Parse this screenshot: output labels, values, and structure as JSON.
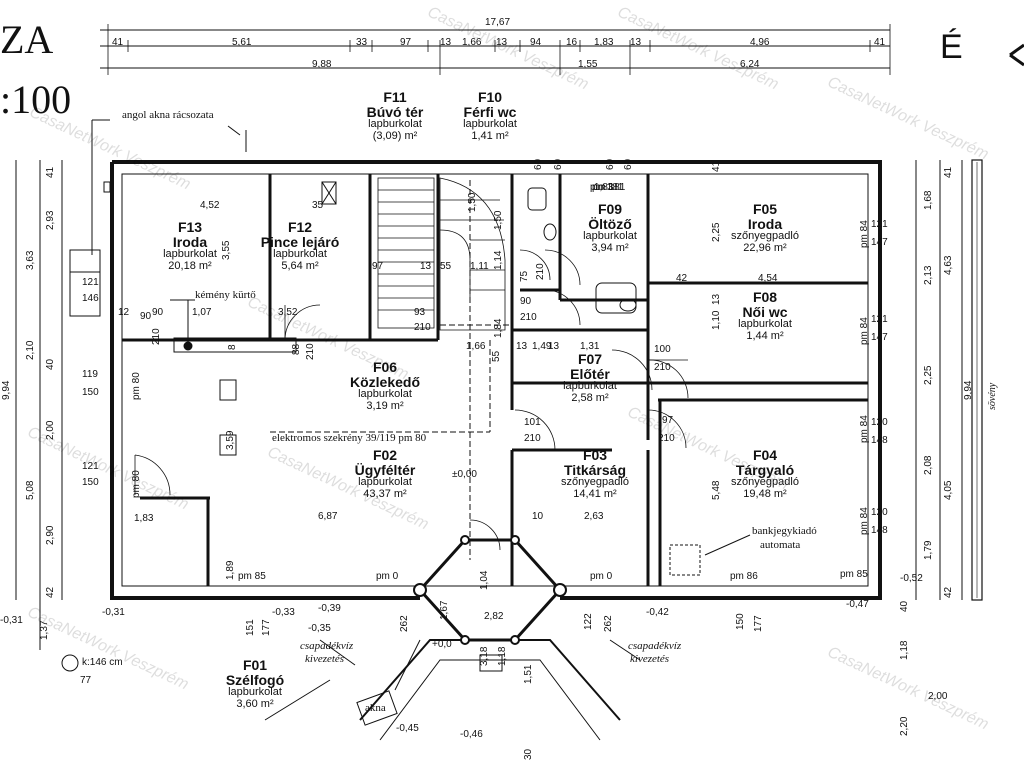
{
  "title": {
    "left_top": "ZA",
    "scale": ":100",
    "compass": "É"
  },
  "watermark": "CasaNetWork Veszprém",
  "rooms": [
    {
      "id": "F01",
      "code": "F01",
      "name": "Szélfogó",
      "floor": "lapburkolat",
      "area": "3,60 m²"
    },
    {
      "id": "F02",
      "code": "F02",
      "name": "Ügyféltér",
      "floor": "lapburkolat",
      "area": "43,37 m²"
    },
    {
      "id": "F03",
      "code": "F03",
      "name": "Titkárság",
      "floor": "szőnyegpadló",
      "area": "14,41 m²"
    },
    {
      "id": "F04",
      "code": "F04",
      "name": "Tárgyaló",
      "floor": "szőnyegpadló",
      "area": "19,48 m²"
    },
    {
      "id": "F05",
      "code": "F05",
      "name": "Iroda",
      "floor": "szőnyegpadló",
      "area": "22,96 m²"
    },
    {
      "id": "F06",
      "code": "F06",
      "name": "Közlekedő",
      "floor": "lapburkolat",
      "area": "3,19 m²"
    },
    {
      "id": "F07",
      "code": "F07",
      "name": "Előtér",
      "floor": "lapburkolat",
      "area": "2,58 m²"
    },
    {
      "id": "F08",
      "code": "F08",
      "name": "Női wc",
      "floor": "lapburkolat",
      "area": "1,44 m²"
    },
    {
      "id": "F09",
      "code": "F09",
      "name": "Öltöző",
      "floor": "lapburkolat",
      "area": "3,94 m²"
    },
    {
      "id": "F10",
      "code": "F10",
      "name": "Férfi wc",
      "floor": "lapburkolat",
      "area": "1,41 m²"
    },
    {
      "id": "F11",
      "code": "F11",
      "name": "Búvó tér",
      "floor": "lapburkolat",
      "area": "(3,09) m²"
    },
    {
      "id": "F12",
      "code": "F12",
      "name": "Pince lejáró",
      "floor": "lapburkolat",
      "area": "5,64 m²"
    },
    {
      "id": "F13",
      "code": "F13",
      "name": "Iroda",
      "floor": "lapburkolat",
      "area": "20,18 m²"
    }
  ],
  "notes": {
    "angol_akna": "angol akna rácsozata",
    "kemeny": "kémény kürtő",
    "szekreny": "elektromos szekrény 39/119 pm 80",
    "bankjegy1": "bankjegykiadó",
    "bankjegy2": "automata",
    "csapadek1a": "csapadékvíz",
    "csapadek1b": "kivezetés",
    "csapadek2a": "csapadékvíz",
    "csapadek2b": "kivezetés",
    "akna": "akna",
    "k146": "k:146 cm",
    "soveny": "sövény",
    "level0": "±0,00",
    "level0b": "+0,0"
  },
  "top_dims": {
    "total": "17,67",
    "row1": [
      "41",
      "5,61",
      "33",
      "97",
      "13",
      "1,66",
      "13",
      "94",
      "16",
      "1,83",
      "13",
      "4,96",
      "41"
    ],
    "row2": [
      "9,88",
      "1,55",
      "6,24"
    ]
  },
  "left_dims": {
    "outer": [
      "9,94"
    ],
    "mid": [
      "3,63",
      "2,10",
      "5,08",
      "1,37"
    ],
    "inner": [
      "41",
      "2,93",
      "40",
      "2,00",
      "2,90",
      "42"
    ]
  },
  "right_dims": {
    "inner": [
      "41",
      "1,68",
      "2,13",
      "2,25",
      "2,08",
      "1,79",
      "42"
    ],
    "mid": [
      "4,63",
      "4,05"
    ],
    "outer": [
      "9,94"
    ],
    "bottom": [
      "1,18",
      "2,20",
      "40"
    ]
  },
  "interior_dims": [
    "4,52",
    "35",
    "3,55",
    "1,07",
    "3,52",
    "90",
    "210",
    "12",
    "90",
    "8",
    "88",
    "210",
    "97",
    "13",
    "55",
    "1,11",
    "75",
    "210",
    "90",
    "210",
    "93",
    "210",
    "1,84",
    "1,66",
    "55",
    "13",
    "1,49",
    "13",
    "1,31",
    "100",
    "210",
    "101",
    "210",
    "97",
    "210",
    "4,54",
    "42",
    "2,25",
    "13",
    "1,10",
    "1,50",
    "1,14",
    "1,83",
    "6,87",
    "10",
    "2,63",
    "5,48",
    "3,59",
    "1,89",
    "2,82",
    "1,67",
    "1,04",
    "3,18",
    "1,18",
    "1,51",
    "30",
    "262",
    "262",
    "151",
    "177",
    "122",
    "150",
    "177",
    "60",
    "60",
    "60",
    "60",
    "41",
    "121",
    "146",
    "119",
    "150",
    "121",
    "150",
    "121",
    "147",
    "121",
    "147",
    "120",
    "148",
    "120",
    "148",
    "pm 181",
    "pm 181",
    "pm 85",
    "pm 80",
    "pm 80",
    "pm 84",
    "pm 84",
    "pm 84",
    "pm 84",
    "pm 85",
    "pm 0",
    "pm 0",
    "pm 86",
    "1,83",
    "2,00",
    "1,50",
    "77"
  ],
  "levels": [
    "-0,31",
    "-0,31",
    "-0,33",
    "-0,39",
    "-0,35",
    "-0,42",
    "-0,47",
    "-0,52",
    "-0,45",
    "-0,46"
  ]
}
